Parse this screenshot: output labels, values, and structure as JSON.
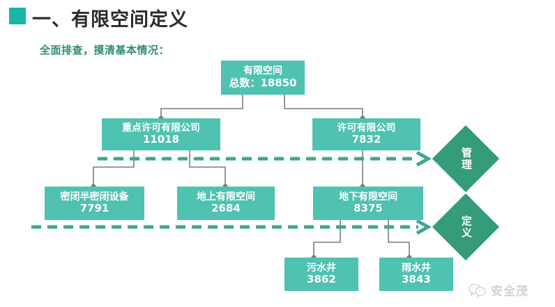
{
  "header": {
    "bullet_color": "#19b5a5",
    "title": "一、有限空间定义",
    "subtitle": "全面排查，摸清基本情况："
  },
  "palette": {
    "box_fill": "#4fc2b1",
    "diamond_fill": "#349b7b",
    "dashed_line": "#3fa78f",
    "connector_gray": "#7b7b7b",
    "title_text": "#2b2b2b",
    "subtitle_text": "#2f8f6e"
  },
  "diagram": {
    "type": "tree",
    "nodes": [
      {
        "id": "root",
        "title": "有限空间",
        "value": "总数：18850"
      },
      {
        "id": "key_permit",
        "title": "重点许可有限公司",
        "value": "11018"
      },
      {
        "id": "permit",
        "title": "许可有限公司",
        "value": "7832"
      },
      {
        "id": "sealed",
        "title": "密闭半密闭设备",
        "value": "7791"
      },
      {
        "id": "aboveground",
        "title": "地上有限空间",
        "value": "2684"
      },
      {
        "id": "underground",
        "title": "地下有限空间",
        "value": "8375"
      },
      {
        "id": "sewage",
        "title": "污水井",
        "value": "3862"
      },
      {
        "id": "rainwater",
        "title": "雨水井",
        "value": "3843"
      }
    ],
    "edges": [
      {
        "from": "root",
        "to": "key_permit"
      },
      {
        "from": "root",
        "to": "permit"
      },
      {
        "from": "key_permit",
        "to": "sealed"
      },
      {
        "from": "key_permit",
        "to": "aboveground"
      },
      {
        "from": "permit",
        "to": "underground"
      },
      {
        "from": "underground",
        "to": "sewage"
      },
      {
        "from": "underground",
        "to": "rainwater"
      }
    ],
    "bands": [
      {
        "id": "band-manage",
        "label": "管理"
      },
      {
        "id": "band-define",
        "label": "定义"
      }
    ]
  },
  "watermark": {
    "text": "安全茂",
    "icon": "wechat-icon"
  }
}
